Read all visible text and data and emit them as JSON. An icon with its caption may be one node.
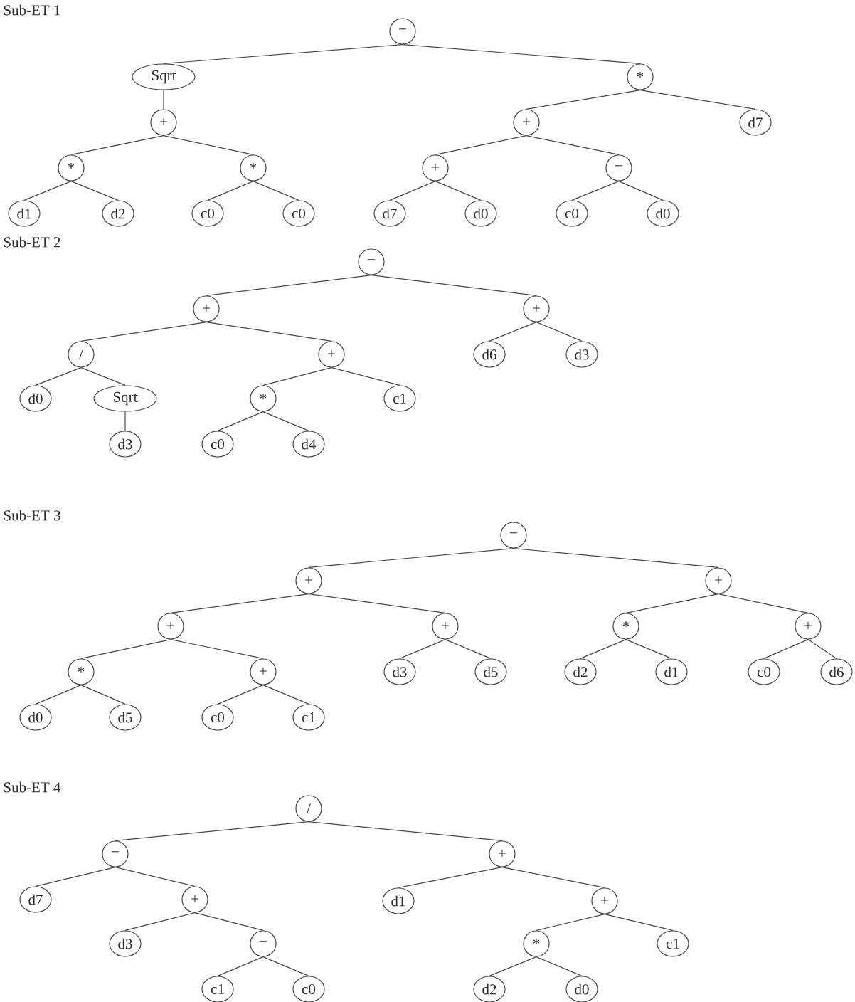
{
  "diagram": {
    "nodes": [
      {
        "text": [
          "−"
        ]
      },
      {
        "text": [
          "Sqrt"
        ]
      },
      {
        "text": [
          "*"
        ]
      },
      {
        "text": [
          "+"
        ]
      },
      {
        "text": [
          "+"
        ]
      },
      {
        "text": [
          "d7"
        ]
      },
      {
        "text": [
          "*"
        ]
      },
      {
        "text": [
          "*"
        ]
      },
      {
        "text": [
          "+"
        ]
      },
      {
        "text": [
          "−"
        ]
      },
      {
        "text": [
          "d1"
        ]
      },
      {
        "text": [
          "d2"
        ]
      },
      {
        "text": [
          "c0"
        ]
      },
      {
        "text": [
          "c0"
        ]
      },
      {
        "text": [
          "d7"
        ]
      },
      {
        "text": [
          "d0"
        ]
      },
      {
        "text": [
          "c0"
        ]
      },
      {
        "text": [
          "d0"
        ]
      },
      {
        "text": [
          "−"
        ]
      },
      {
        "text": [
          "+"
        ]
      },
      {
        "text": [
          "+"
        ]
      },
      {
        "text": [
          "/"
        ]
      },
      {
        "text": [
          "+"
        ]
      },
      {
        "text": [
          "d6"
        ]
      },
      {
        "text": [
          "d3"
        ]
      },
      {
        "text": [
          "d0"
        ]
      },
      {
        "text": [
          "Sqrt"
        ]
      },
      {
        "text": [
          "*"
        ]
      },
      {
        "text": [
          "c1"
        ]
      },
      {
        "text": [
          "d3"
        ]
      },
      {
        "text": [
          "c0"
        ]
      },
      {
        "text": [
          "d4"
        ]
      },
      {
        "text": [
          "−"
        ]
      },
      {
        "text": [
          "+"
        ]
      },
      {
        "text": [
          "+"
        ]
      },
      {
        "text": [
          "+"
        ]
      },
      {
        "text": [
          "+"
        ]
      },
      {
        "text": [
          "*"
        ]
      },
      {
        "text": [
          "+"
        ]
      },
      {
        "text": [
          "*"
        ]
      },
      {
        "text": [
          "+"
        ]
      },
      {
        "text": [
          "d3"
        ]
      },
      {
        "text": [
          "d5"
        ]
      },
      {
        "text": [
          "d2"
        ]
      },
      {
        "text": [
          "d1"
        ]
      },
      {
        "text": [
          "c0"
        ]
      },
      {
        "text": [
          "d6"
        ]
      },
      {
        "text": [
          "d0"
        ]
      },
      {
        "text": [
          "d5"
        ]
      },
      {
        "text": [
          "c0"
        ]
      },
      {
        "text": [
          "c1"
        ]
      },
      {
        "text": [
          "/"
        ]
      },
      {
        "text": [
          "−"
        ]
      },
      {
        "text": [
          "+"
        ]
      },
      {
        "text": [
          "d7"
        ]
      },
      {
        "text": [
          "+"
        ]
      },
      {
        "text": [
          "d1"
        ]
      },
      {
        "text": [
          "+"
        ]
      },
      {
        "text": [
          "d3"
        ]
      },
      {
        "text": [
          "−"
        ]
      },
      {
        "text": [
          "*"
        ]
      },
      {
        "text": [
          "c1"
        ]
      },
      {
        "text": [
          "c1"
        ]
      },
      {
        "text": [
          "c0"
        ]
      },
      {
        "text": [
          "d2"
        ]
      },
      {
        "text": [
          "d0"
        ]
      }
    ],
    "edges": [
      {
        "from": 0,
        "to": 1,
        "arrow": "none"
      },
      {
        "from": 0,
        "to": 2,
        "arrow": "none"
      },
      {
        "from": 1,
        "to": 3,
        "arrow": "none"
      },
      {
        "from": 2,
        "to": 4,
        "arrow": "none"
      },
      {
        "from": 2,
        "to": 5,
        "arrow": "none"
      },
      {
        "from": 3,
        "to": 6,
        "arrow": "none"
      },
      {
        "from": 3,
        "to": 7,
        "arrow": "none"
      },
      {
        "from": 4,
        "to": 8,
        "arrow": "none"
      },
      {
        "from": 4,
        "to": 9,
        "arrow": "none"
      },
      {
        "from": 6,
        "to": 10,
        "arrow": "none"
      },
      {
        "from": 6,
        "to": 11,
        "arrow": "none"
      },
      {
        "from": 7,
        "to": 12,
        "arrow": "none"
      },
      {
        "from": 7,
        "to": 13,
        "arrow": "none"
      },
      {
        "from": 8,
        "to": 14,
        "arrow": "none"
      },
      {
        "from": 8,
        "to": 15,
        "arrow": "none"
      },
      {
        "from": 9,
        "to": 16,
        "arrow": "none"
      },
      {
        "from": 9,
        "to": 17,
        "arrow": "none"
      },
      {
        "from": 18,
        "to": 19,
        "arrow": "none"
      },
      {
        "from": 18,
        "to": 20,
        "arrow": "none"
      },
      {
        "from": 19,
        "to": 21,
        "arrow": "none"
      },
      {
        "from": 19,
        "to": 22,
        "arrow": "none"
      },
      {
        "from": 20,
        "to": 23,
        "arrow": "none"
      },
      {
        "from": 20,
        "to": 24,
        "arrow": "none"
      },
      {
        "from": 21,
        "to": 25,
        "arrow": "none"
      },
      {
        "from": 21,
        "to": 26,
        "arrow": "none"
      },
      {
        "from": 22,
        "to": 27,
        "arrow": "none"
      },
      {
        "from": 22,
        "to": 28,
        "arrow": "none"
      },
      {
        "from": 26,
        "to": 29,
        "arrow": "none"
      },
      {
        "from": 27,
        "to": 30,
        "arrow": "none"
      },
      {
        "from": 27,
        "to": 31,
        "arrow": "none"
      },
      {
        "from": 32,
        "to": 33,
        "arrow": "none"
      },
      {
        "from": 32,
        "to": 34,
        "arrow": "none"
      },
      {
        "from": 33,
        "to": 35,
        "arrow": "none"
      },
      {
        "from": 33,
        "to": 36,
        "arrow": "none"
      },
      {
        "from": 34,
        "to": 37,
        "arrow": "none"
      },
      {
        "from": 34,
        "to": 38,
        "arrow": "none"
      },
      {
        "from": 35,
        "to": 39,
        "arrow": "none"
      },
      {
        "from": 35,
        "to": 40,
        "arrow": "none"
      },
      {
        "from": 36,
        "to": 41,
        "arrow": "none"
      },
      {
        "from": 36,
        "to": 42,
        "arrow": "none"
      },
      {
        "from": 37,
        "to": 43,
        "arrow": "none"
      },
      {
        "from": 37,
        "to": 44,
        "arrow": "none"
      },
      {
        "from": 38,
        "to": 45,
        "arrow": "none"
      },
      {
        "from": 38,
        "to": 46,
        "arrow": "none"
      },
      {
        "from": 39,
        "to": 47,
        "arrow": "none"
      },
      {
        "from": 39,
        "to": 48,
        "arrow": "none"
      },
      {
        "from": 40,
        "to": 49,
        "arrow": "none"
      },
      {
        "from": 40,
        "to": 50,
        "arrow": "none"
      },
      {
        "from": 51,
        "to": 52,
        "arrow": "none"
      },
      {
        "from": 51,
        "to": 53,
        "arrow": "none"
      },
      {
        "from": 52,
        "to": 54,
        "arrow": "none"
      },
      {
        "from": 52,
        "to": 55,
        "arrow": "none"
      },
      {
        "from": 53,
        "to": 56,
        "arrow": "none"
      },
      {
        "from": 53,
        "to": 57,
        "arrow": "none"
      },
      {
        "from": 55,
        "to": 58,
        "arrow": "none"
      },
      {
        "from": 55,
        "to": 59,
        "arrow": "none"
      },
      {
        "from": 57,
        "to": 60,
        "arrow": "none"
      },
      {
        "from": 57,
        "to": 61,
        "arrow": "none"
      },
      {
        "from": 59,
        "to": 62,
        "arrow": "none"
      },
      {
        "from": 59,
        "to": 63,
        "arrow": "none"
      },
      {
        "from": 60,
        "to": 64,
        "arrow": "none"
      },
      {
        "from": 60,
        "to": 65,
        "arrow": "none"
      }
    ],
    "labels": [
      "Sub-ET 1",
      "Sub-ET 2",
      "Sub-ET 3",
      "Sub-ET 4"
    ]
  }
}
